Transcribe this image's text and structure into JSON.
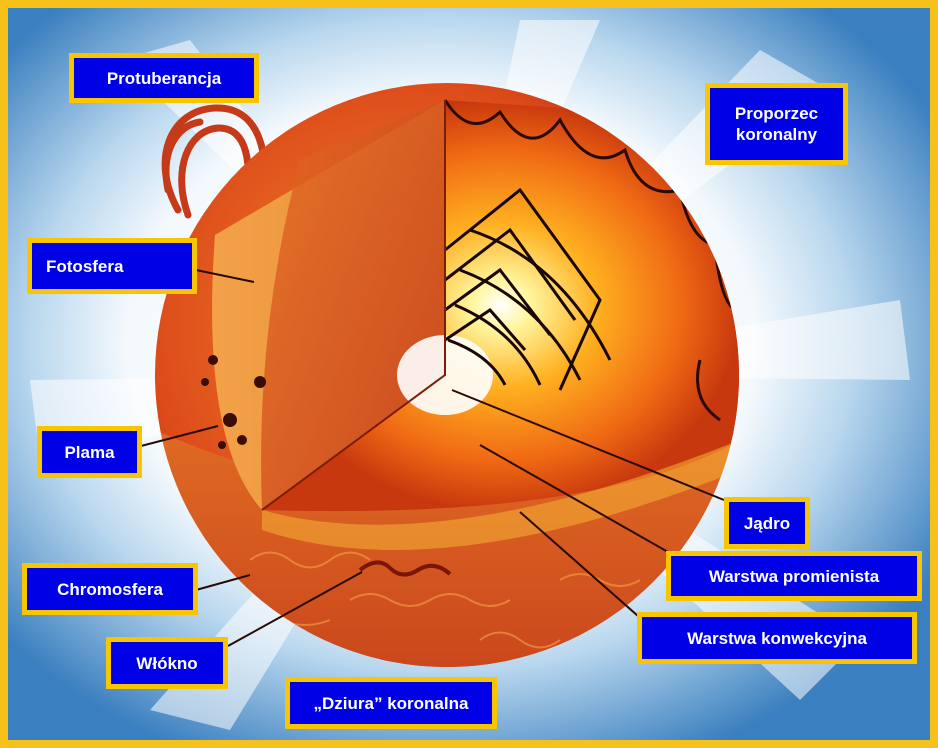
{
  "labels": {
    "protuberancja": "Protuberancja",
    "proporzec": "Proporzec\nkoronalny",
    "fotosfera": "Fotosfera",
    "plama": "Plama",
    "jadro": "Jądro",
    "warstwa_promienista": "Warstwa promienista",
    "chromosfera": "Chromosfera",
    "warstwa_konwekcyjna": "Warstwa konwekcyjna",
    "wlokno": "Włókno",
    "dziura_koronalna": "„Dziura” koronalna"
  },
  "colors": {
    "frame": "#f6c21a",
    "label_fill": "#0000e6",
    "label_border": "#f7c600",
    "label_text": "#ffffff",
    "sky": "#3f88c4",
    "corona": "#ffffff"
  }
}
